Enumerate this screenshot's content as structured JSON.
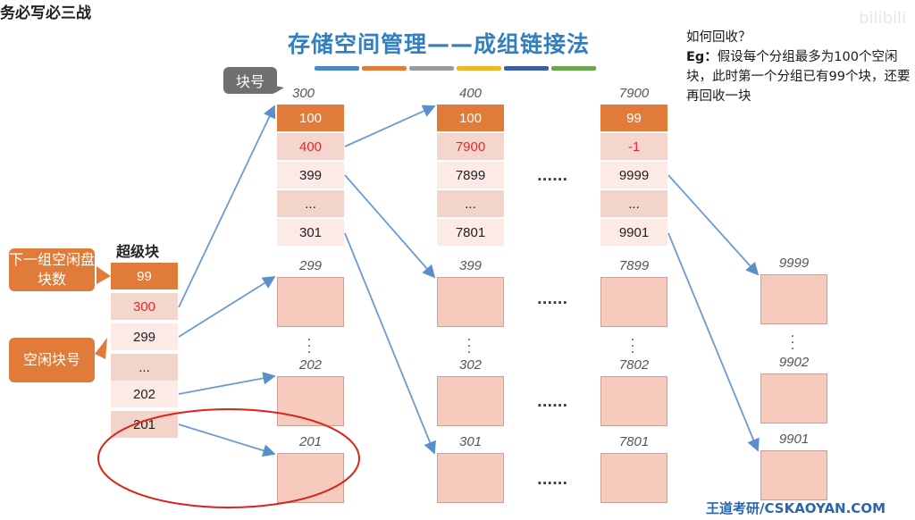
{
  "corner_text": "务必写必三战",
  "title": "存储空间管理——成组链接法",
  "watermark": "bilibili",
  "colors": [
    "#4a86c8",
    "#e07b39",
    "#9b9b9b",
    "#f0b429",
    "#3a5fa8",
    "#6aa84f"
  ],
  "note": {
    "question": "如何回收？",
    "eg_label": "Eg：",
    "body": "假设每个分组最多为100个空闲块，此时第一个分组已有99个块，还要再回收一块"
  },
  "footer": "王道考研/CSKAOYAN.COM",
  "callouts": {
    "block_number": "块号",
    "next_group": "下一组空闲盘块数",
    "free_block": "空闲块号"
  },
  "superblock": {
    "label": "超级块",
    "cells": [
      "99",
      "300",
      "299",
      "...",
      "202",
      "201"
    ]
  },
  "groups": [
    {
      "block": "300",
      "cells": [
        "100",
        "400",
        "399",
        "...",
        "301"
      ]
    },
    {
      "block": "400",
      "cells": [
        "100",
        "7900",
        "7899",
        "...",
        "7801"
      ]
    },
    {
      "block": "7900",
      "cells": [
        "99",
        "-1",
        "9999",
        "...",
        "9901"
      ]
    }
  ],
  "ellipsis": "......",
  "free_columns": [
    [
      "299",
      "202",
      "201"
    ],
    [
      "399",
      "302",
      "301"
    ],
    [
      "7899",
      "7802",
      "7801"
    ],
    [
      "9999",
      "9902",
      "9901"
    ]
  ]
}
